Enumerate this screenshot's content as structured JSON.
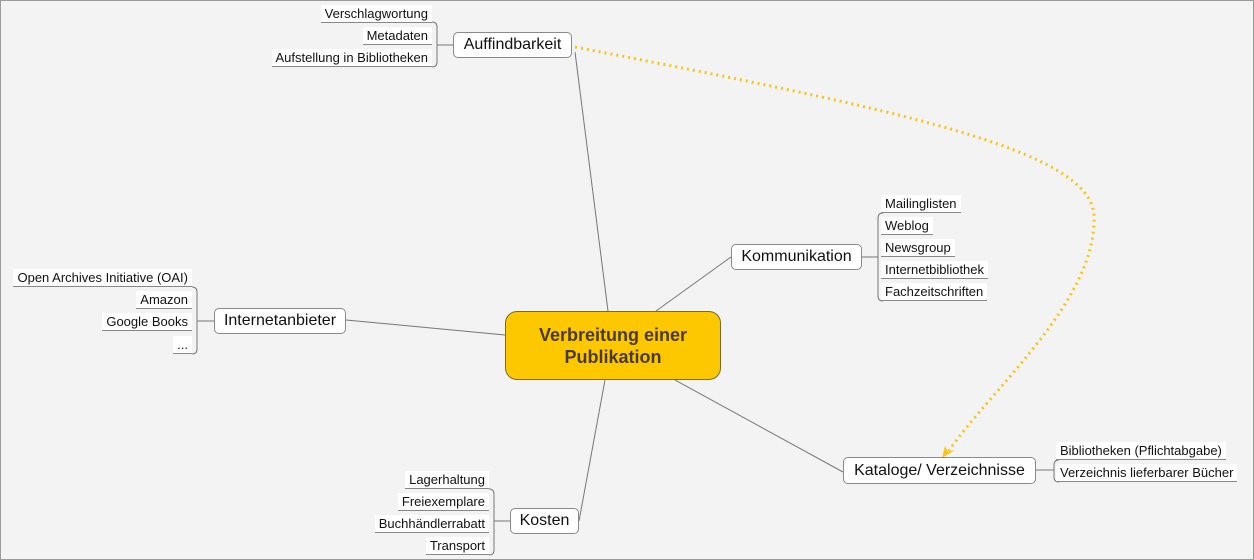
{
  "central": {
    "line1": "Verbreitung einer",
    "line2": "Publikation",
    "color": "#fdc800"
  },
  "topics": {
    "auffindbarkeit": {
      "label": "Auffindbarkeit",
      "children": [
        "Verschlagwortung",
        "Metadaten",
        "Aufstellung in Bibliotheken"
      ]
    },
    "kommunikation": {
      "label": "Kommunikation",
      "children": [
        "Mailinglisten",
        "Weblog",
        "Newsgroup",
        "Internetbibliothek",
        "Fachzeitschriften"
      ]
    },
    "internetanbieter": {
      "label": "Internetanbieter",
      "children": [
        "Open Archives Initiative (OAI)",
        "Amazon",
        "Google Books",
        "..."
      ]
    },
    "kosten": {
      "label": "Kosten",
      "children": [
        "Lagerhaltung",
        "Freiexemplare",
        "Buchhändlerrabatt",
        "Transport"
      ]
    },
    "kataloge": {
      "label": "Kataloge/ Verzeichnisse",
      "children": [
        "Bibliotheken (Pflichtabgabe)",
        "Verzeichnis lieferbarer Bücher"
      ]
    }
  },
  "relationship_color": "#f5c518"
}
